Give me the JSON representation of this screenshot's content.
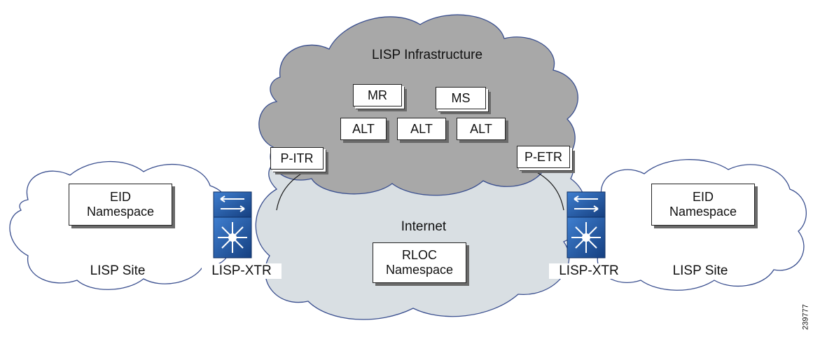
{
  "infrastructure": {
    "title": "LISP Infrastructure",
    "mr": "MR",
    "ms": "MS",
    "alt": [
      "ALT",
      "ALT",
      "ALT"
    ],
    "p_itr": "P-ITR",
    "p_etr": "P-ETR"
  },
  "internet": {
    "title": "Internet",
    "rloc": "RLOC\nNamespace"
  },
  "left_site": {
    "eid": "EID\nNamespace",
    "site": "LISP Site",
    "xtr": "LISP-XTR"
  },
  "right_site": {
    "eid": "EID\nNamespace",
    "site": "LISP Site",
    "xtr": "LISP-XTR"
  },
  "figure_id": "239777",
  "colors": {
    "infra_cloud": "#a8a8a8",
    "internet_cloud": "#d9dfe3",
    "site_cloud": "#ffffff",
    "cloud_outline": "#3a4f8f",
    "switch_blue": "#1f5aa6"
  }
}
